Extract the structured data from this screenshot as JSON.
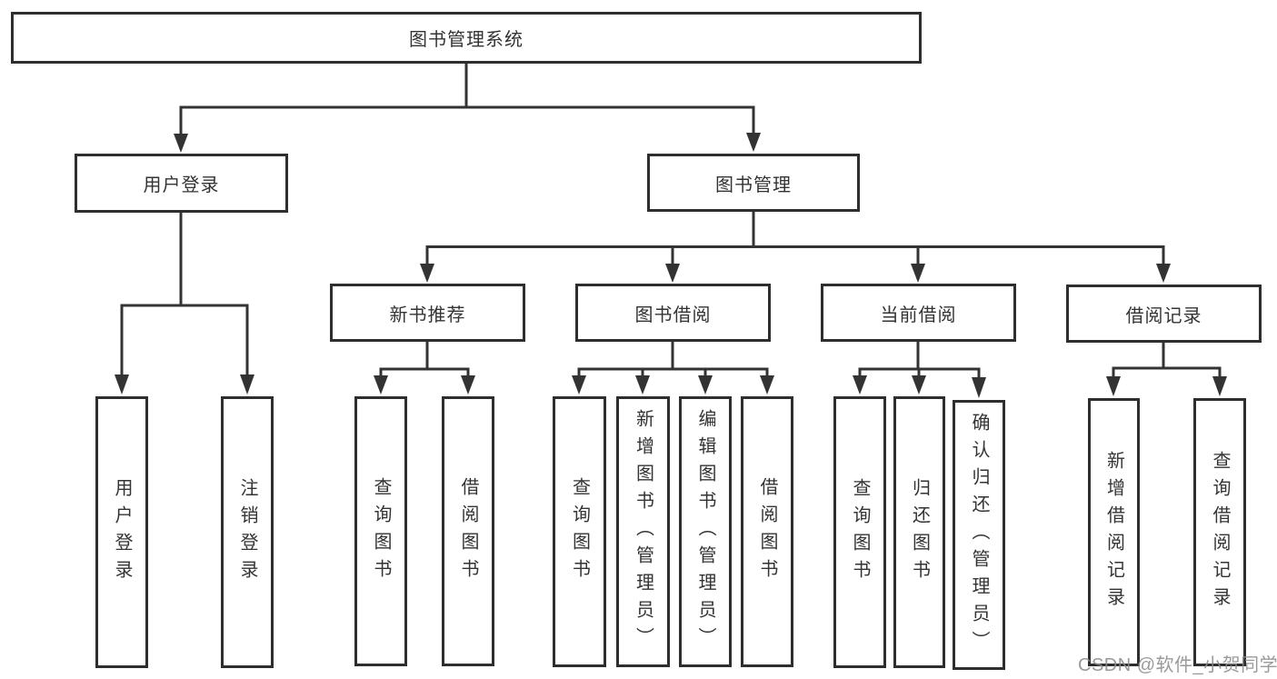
{
  "diagram": {
    "type": "hierarchy-tree",
    "colors": {
      "background": "#ffffff",
      "box_border": "#2e2e2e",
      "line": "#333333",
      "text": "#333333",
      "watermark": "#8c8c8c"
    },
    "nodes": {
      "root": {
        "label": "图书管理系统"
      },
      "user_login": {
        "label": "用户登录"
      },
      "book_management": {
        "label": "图书管理"
      },
      "new_book_recommend": {
        "label": "新书推荐"
      },
      "book_borrowing": {
        "label": "图书借阅"
      },
      "current_borrowing": {
        "label": "当前借阅"
      },
      "borrow_records": {
        "label": "借阅记录"
      },
      "leaf_user_login": {
        "label": "用户登录"
      },
      "leaf_logout": {
        "label": "注销登录"
      },
      "leaf_query_books_recommend": {
        "label": "查询图书"
      },
      "leaf_borrow_books_recommend": {
        "label": "借阅图书"
      },
      "leaf_query_books_borrowing": {
        "label": "查询图书"
      },
      "leaf_add_book_admin": {
        "label": "新增图书（管理员）"
      },
      "leaf_edit_book_admin": {
        "label": "编辑图书（管理员）"
      },
      "leaf_borrow_books_borrowing": {
        "label": "借阅图书"
      },
      "leaf_query_books_current": {
        "label": "查询图书"
      },
      "leaf_return_books": {
        "label": "归还图书"
      },
      "leaf_confirm_return_admin": {
        "label": "确认归还（管理员）"
      },
      "leaf_add_borrow_record": {
        "label": "新增借阅记录"
      },
      "leaf_query_borrow_record": {
        "label": "查询借阅记录"
      }
    },
    "hierarchy": {
      "图书管理系统": {
        "用户登录": [
          "用户登录",
          "注销登录"
        ],
        "图书管理": {
          "新书推荐": [
            "查询图书",
            "借阅图书"
          ],
          "图书借阅": [
            "查询图书",
            "新增图书（管理员）",
            "编辑图书（管理员）",
            "借阅图书"
          ],
          "当前借阅": [
            "查询图书",
            "归还图书",
            "确认归还（管理员）"
          ],
          "借阅记录": [
            "新增借阅记录",
            "查询借阅记录"
          ]
        }
      }
    },
    "watermark": {
      "text": "CSDN @软件_小贺同学"
    }
  }
}
